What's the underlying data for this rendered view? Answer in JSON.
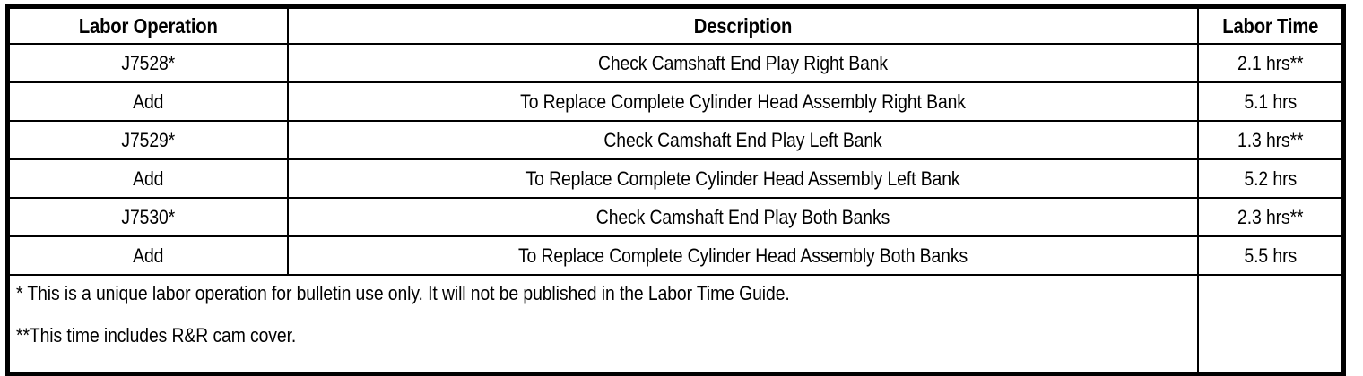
{
  "table": {
    "columns": [
      {
        "key": "labor_operation",
        "label": "Labor Operation"
      },
      {
        "key": "description",
        "label": "Description"
      },
      {
        "key": "labor_time",
        "label": "Labor Time"
      }
    ],
    "rows": [
      {
        "labor_operation": "J7528*",
        "description": "Check Camshaft End Play Right Bank",
        "labor_time": "2.1 hrs**"
      },
      {
        "labor_operation": "Add",
        "description": "To Replace Complete Cylinder Head Assembly Right Bank",
        "labor_time": "5.1 hrs"
      },
      {
        "labor_operation": "J7529*",
        "description": "Check Camshaft End Play Left Bank",
        "labor_time": "1.3 hrs**"
      },
      {
        "labor_operation": "Add",
        "description": "To Replace Complete Cylinder Head Assembly Left Bank",
        "labor_time": "5.2 hrs"
      },
      {
        "labor_operation": "J7530*",
        "description": "Check Camshaft End Play Both Banks",
        "labor_time": "2.3 hrs**"
      },
      {
        "labor_operation": "Add",
        "description": "To Replace Complete Cylinder Head Assembly Both Banks",
        "labor_time": "5.5 hrs"
      }
    ],
    "footnotes": {
      "single_asterisk": "* This is a unique labor operation for bulletin use only. It will not be published in the Labor Time Guide.",
      "double_asterisk": "**This time includes R&R cam cover.",
      "labor_time_empty": ""
    }
  },
  "colors": {
    "border": "#000000",
    "text": "#000000",
    "background": "#ffffff"
  }
}
